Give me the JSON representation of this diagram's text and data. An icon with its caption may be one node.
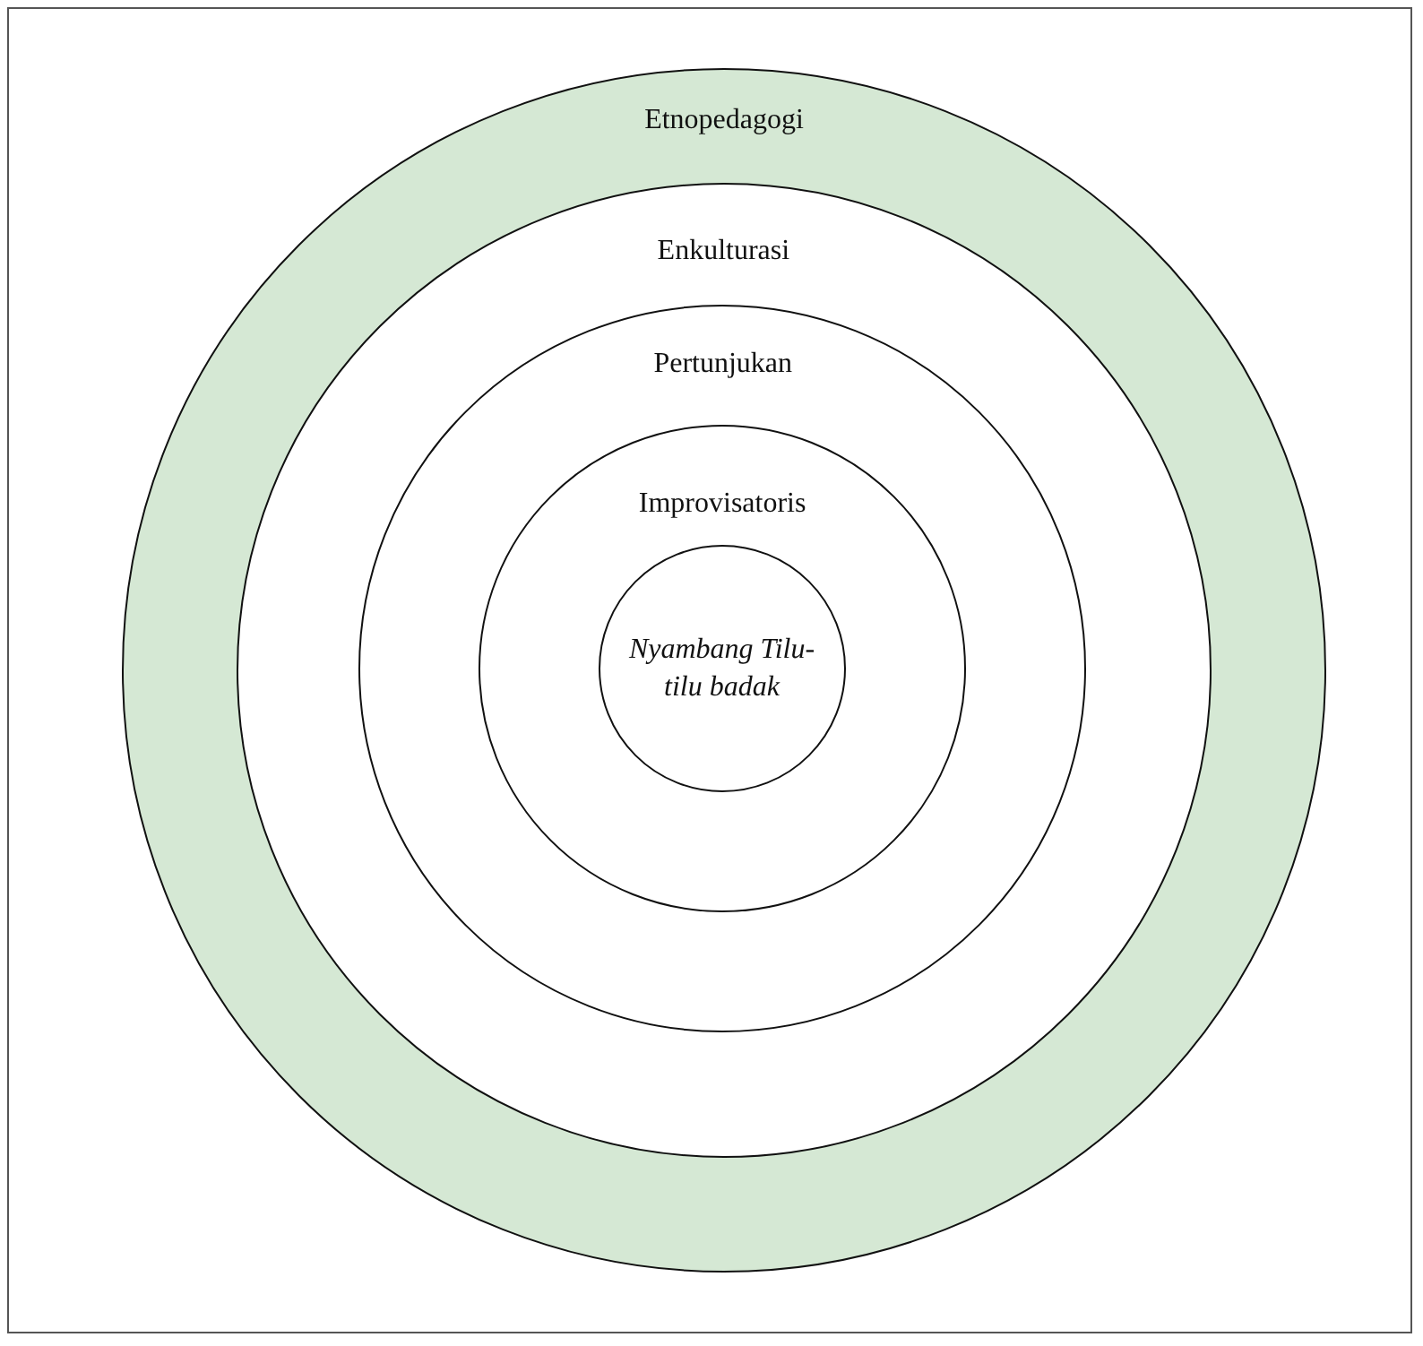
{
  "diagram": {
    "nodes": [
      {
        "text": [
          "Etnopedagogi"
        ]
      },
      {
        "text": [
          "Enkulturasi"
        ],
        "in": 0
      },
      {
        "text": [
          "Pertunjukan"
        ],
        "in": 1
      },
      {
        "text": [
          "Improvisatoris"
        ],
        "in": 2
      },
      {
        "text": [
          "Nyambang Tilu-tilu badak"
        ],
        "in": 3
      }
    ]
  }
}
